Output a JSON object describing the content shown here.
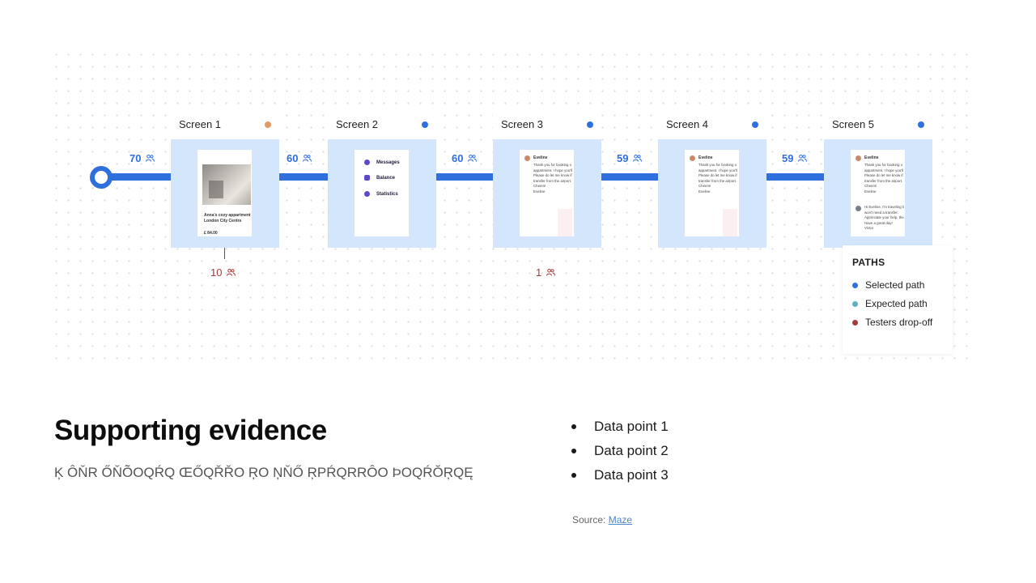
{
  "flow": {
    "start_count": "70",
    "transitions": [
      "60",
      "60",
      "59",
      "59"
    ],
    "dropoffs": [
      {
        "after_screen": 1,
        "count": "10"
      },
      {
        "after_screen": 3,
        "count": "1"
      }
    ],
    "screens": [
      {
        "title": "Screen 1",
        "status_color": "#e29a64"
      },
      {
        "title": "Screen 2",
        "status_color": "#2f6fde"
      },
      {
        "title": "Screen 3",
        "status_color": "#2f6fde"
      },
      {
        "title": "Screen 4",
        "status_color": "#2f6fde"
      },
      {
        "title": "Screen 5",
        "status_color": "#2f6fde"
      }
    ],
    "thumb1": {
      "title": "Anna's cozy appartment London City Centre",
      "price": "£ 84.00"
    },
    "thumb2": {
      "items": [
        "Messages",
        "Balance",
        "Statistics"
      ]
    },
    "chat": {
      "name": "Eveline",
      "message": "Thank you for booking o appartment. I hope you'll Please do let me know if transfer from the airport.\nCheers!\nEveline",
      "reply": "Hi Eveline, I'm traveling li won't need a transfer. Appreciate your help, the\nHave a great day!\nVictor"
    }
  },
  "legend": {
    "title": "PATHS",
    "items": [
      {
        "label": "Selected path",
        "color": "#2f6fde"
      },
      {
        "label": "Expected path",
        "color": "#5ab0c6"
      },
      {
        "label": "Testers drop-off",
        "color": "#a33b3b"
      }
    ]
  },
  "slide": {
    "heading": "Supporting evidence",
    "subtitle": "Ķ ÔŇR ŐŇÕOQŔQ ŒŐQŘŘO ŖO ŅŇŐ ŖPŔQRRÔO ÞOQŔŎŖQĘ",
    "bullets": [
      "Data point 1",
      "Data point 2",
      "Data point 3"
    ],
    "source_prefix": "Source: ",
    "source_link": "Maze"
  }
}
